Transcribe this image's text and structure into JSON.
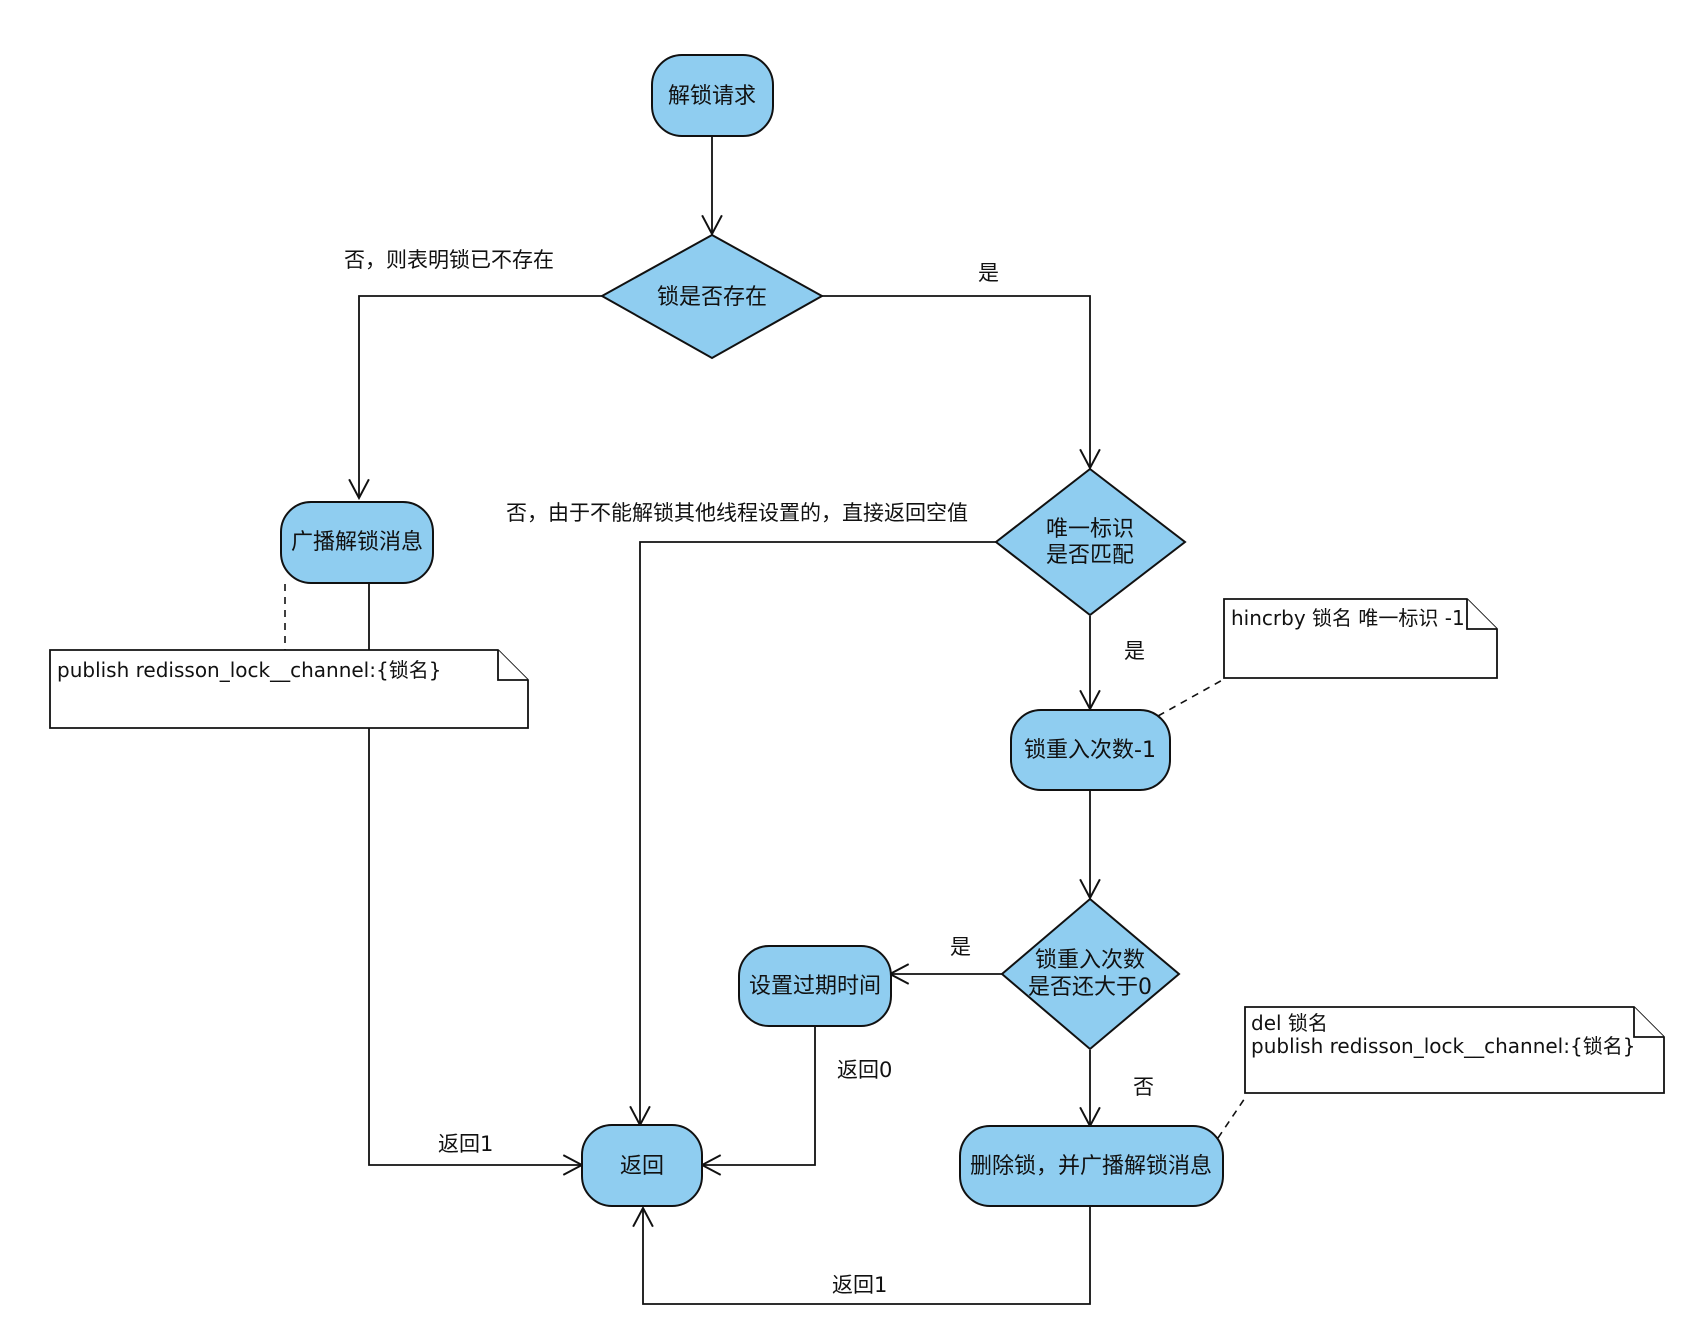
{
  "nodes": {
    "start": "解锁请求",
    "lock_exists": "锁是否存在",
    "broadcast": "广播解锁消息",
    "id_match": [
      "唯一标识",
      "是否匹配"
    ],
    "decrement": "锁重入次数-1",
    "count_gt0": [
      "锁重入次数",
      "是否还大于0"
    ],
    "set_expire": "设置过期时间",
    "return": "返回",
    "delete_broadcast": "删除锁，并广播解锁消息"
  },
  "edges": {
    "no_lock": "否，则表明锁已不存在",
    "yes_lock": "是",
    "no_match": "否，由于不能解锁其他线程设置的，直接返回空值",
    "yes_match": "是",
    "yes_gt0": "是",
    "no_gt0": "否",
    "return0": "返回0",
    "return1_left": "返回1",
    "return1_bottom": "返回1"
  },
  "notes": {
    "publish": "publish redisson_lock__channel:{锁名}",
    "hincrby": "hincrby 锁名 唯一标识 -1",
    "del_line1": "del 锁名",
    "del_line2": "publish redisson_lock__channel:{锁名}"
  }
}
